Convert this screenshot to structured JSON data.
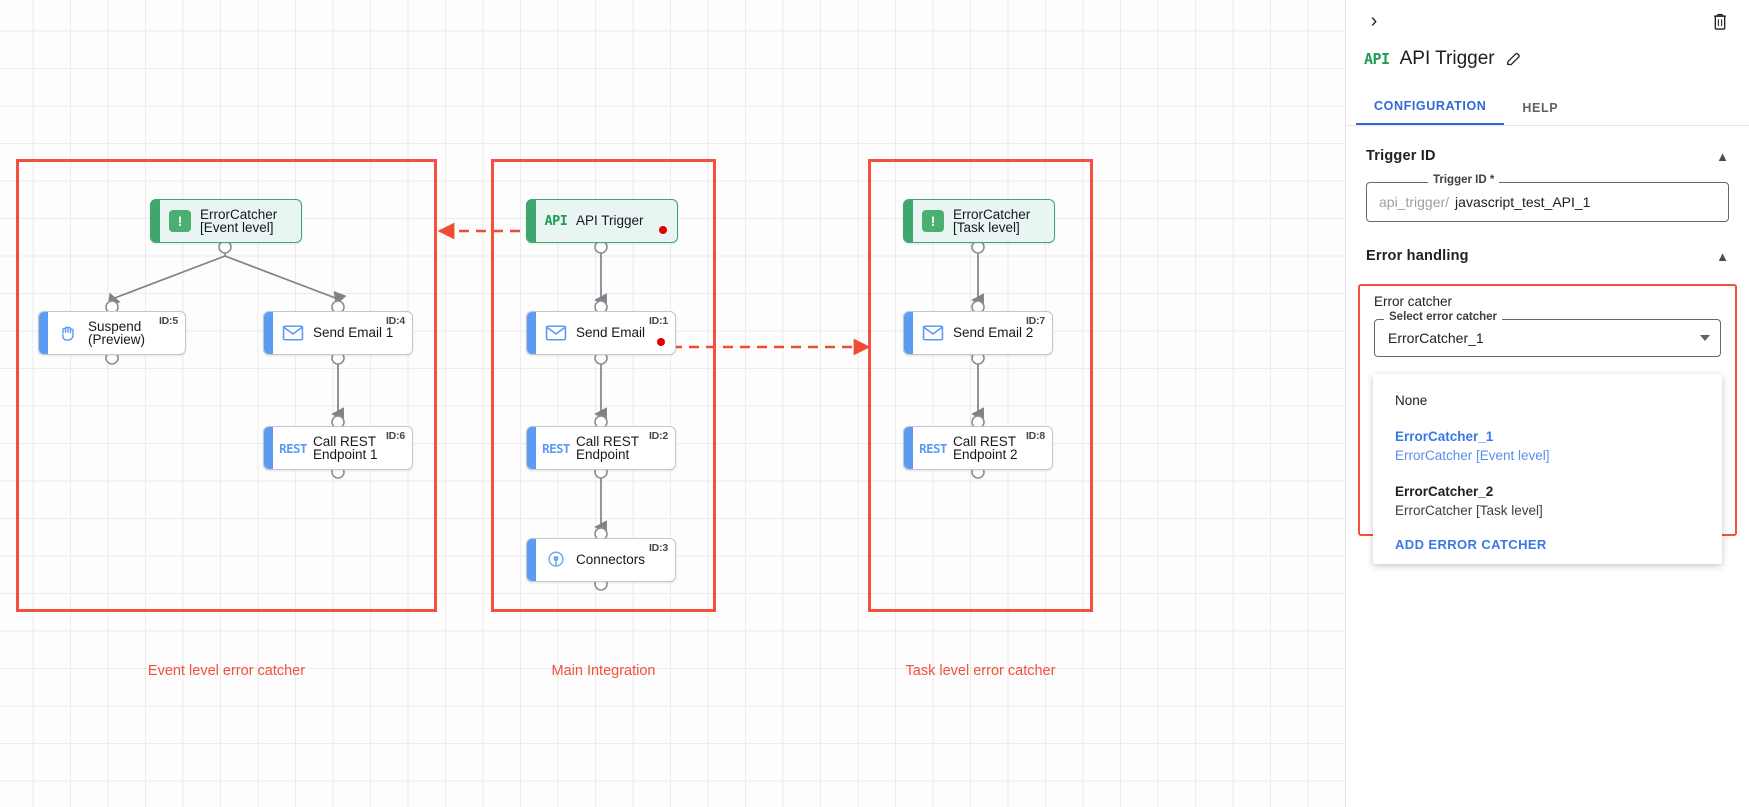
{
  "canvas": {
    "groups": [
      {
        "caption": "Event level error catcher"
      },
      {
        "caption": "Main Integration"
      },
      {
        "caption": "Task level error catcher"
      }
    ],
    "nodes": {
      "ec_event": {
        "label": "ErrorCatcher\n[Event level]",
        "icon": "error-catcher-icon",
        "id": ""
      },
      "suspend": {
        "label": "Suspend\n(Preview)",
        "icon": "hand-suspend-icon",
        "id": "ID:5"
      },
      "send_email_1": {
        "label": "Send Email 1",
        "icon": "envelope-icon",
        "id": "ID:4"
      },
      "call_rest_1": {
        "label": "Call REST\nEndpoint 1",
        "icon": "rest-icon",
        "id": "ID:6"
      },
      "api_trigger": {
        "label": "API Trigger",
        "icon": "api-icon",
        "id": ""
      },
      "send_email": {
        "label": "Send Email",
        "icon": "envelope-icon",
        "id": "ID:1"
      },
      "call_rest": {
        "label": "Call REST\nEndpoint",
        "icon": "rest-icon",
        "id": "ID:2"
      },
      "connectors": {
        "label": "Connectors",
        "icon": "connectors-icon",
        "id": "ID:3"
      },
      "ec_task": {
        "label": "ErrorCatcher\n[Task level]",
        "icon": "error-catcher-icon",
        "id": ""
      },
      "send_email_2": {
        "label": "Send Email 2",
        "icon": "envelope-icon",
        "id": "ID:7"
      },
      "call_rest_2": {
        "label": "Call REST\nEndpoint 2",
        "icon": "rest-icon",
        "id": "ID:8"
      }
    },
    "api_word": "API",
    "rest_word": "REST"
  },
  "panel": {
    "title": "API Trigger",
    "title_badge": "API",
    "tabs": [
      {
        "label": "CONFIGURATION",
        "active": true
      },
      {
        "label": "HELP",
        "active": false
      }
    ],
    "sections": {
      "trigger_id": {
        "heading": "Trigger ID",
        "field_label": "Trigger ID *",
        "prefix": "api_trigger/",
        "value": "javascript_test_API_1"
      },
      "error_handling": {
        "heading": "Error handling",
        "error_catcher_label": "Error catcher",
        "select_label": "Select error catcher",
        "select_value": "ErrorCatcher_1",
        "options": [
          {
            "primary": "None",
            "secondary": "",
            "state": "none"
          },
          {
            "primary": "ErrorCatcher_1",
            "secondary": "ErrorCatcher [Event level]",
            "state": "sel"
          },
          {
            "primary": "ErrorCatcher_2",
            "secondary": "ErrorCatcher [Task level]",
            "state": "plain"
          }
        ],
        "action": "ADD ERROR CATCHER"
      }
    }
  },
  "colors": {
    "accent_blue": "#3367d6",
    "error_red": "#f4503c",
    "green": "#3fa66e",
    "node_blue": "#5b9bf3"
  }
}
